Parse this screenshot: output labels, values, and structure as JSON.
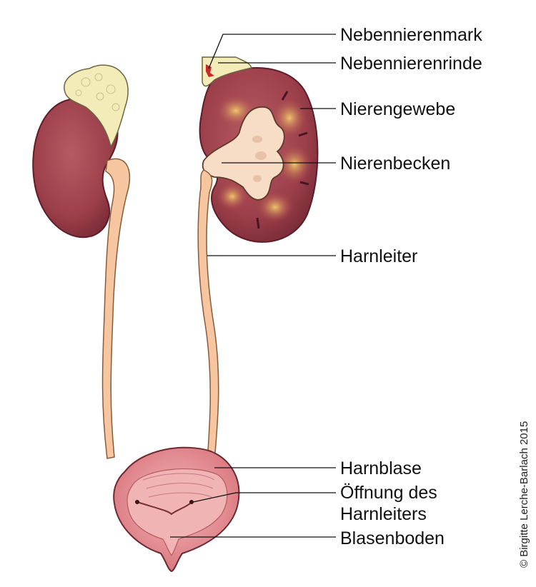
{
  "labels": {
    "nebennierenmark": "Nebennierenmark",
    "nebennierenrinde": "Nebennierenrinde",
    "nierengewebe": "Nierengewebe",
    "nierenbecken": "Nierenbecken",
    "harnleiter": "Harnleiter",
    "harnblase": "Harnblase",
    "oeffnung_line1": "Öffnung des",
    "oeffnung_line2": "Harnleiters",
    "blasenboden": "Blasenboden"
  },
  "copyright": "© Birgitte Lerche-Barlach 2015",
  "colors": {
    "kidney": "#9b3f4a",
    "kidney_dark": "#6e2230",
    "adrenal": "#f3ecb8",
    "ureter": "#f6c6a0",
    "pelvis": "#f7dcc6",
    "bladder": "#d8727a",
    "bladder_inner": "#f0b4b4"
  }
}
